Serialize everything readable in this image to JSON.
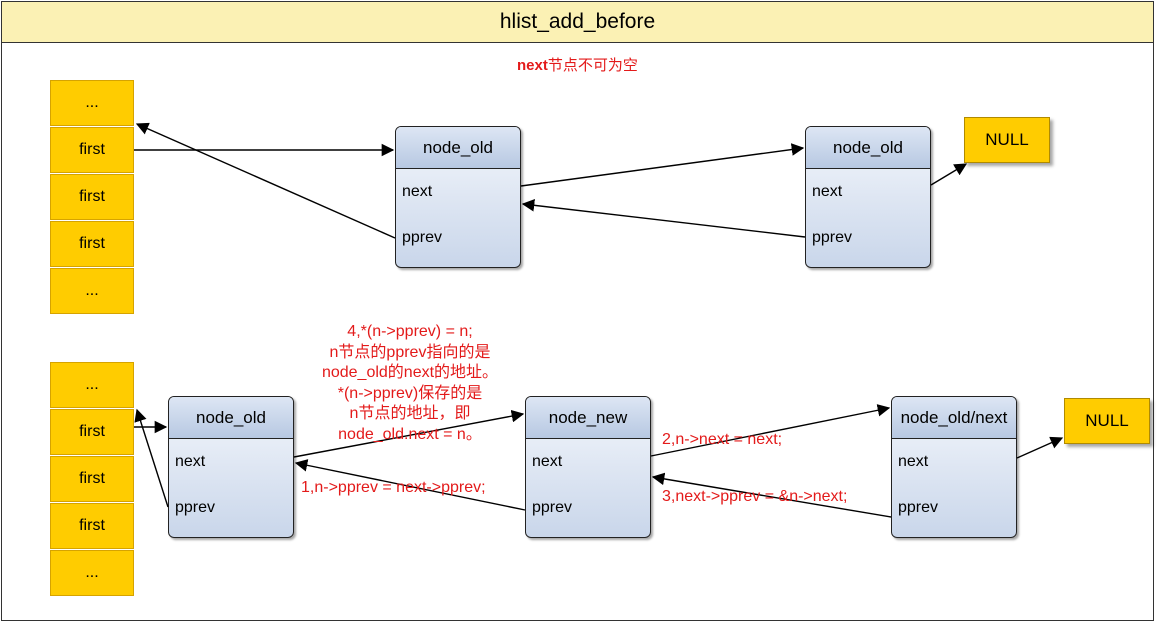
{
  "title": "hlist_add_before",
  "note": {
    "bold": "next",
    "rest": "节点不可为空"
  },
  "top": {
    "cells": [
      "...",
      "first",
      "first",
      "first",
      "..."
    ],
    "node_a": {
      "name": "node_old",
      "next": "next",
      "pprev": "pprev"
    },
    "node_b": {
      "name": "node_old",
      "next": "next",
      "pprev": "pprev"
    },
    "null_label": "NULL"
  },
  "bottom": {
    "cells": [
      "...",
      "first",
      "first",
      "first",
      "..."
    ],
    "node_a": {
      "name": "node_old",
      "next": "next",
      "pprev": "pprev"
    },
    "node_b": {
      "name": "node_new",
      "next": "next",
      "pprev": "pprev"
    },
    "node_c": {
      "name": "node_old/next",
      "next": "next",
      "pprev": "pprev"
    },
    "null_label": "NULL",
    "step1": "1,n->pprev = next->pprev;",
    "step2": "2,n->next = next;",
    "step3": "3,next->pprev = &n->next;",
    "step4": [
      "4,*(n->pprev) = n;",
      "n节点的pprev指向的是",
      "node_old的next的地址。",
      "*(n->pprev)保存的是",
      "n节点的地址，即",
      "node_old.next = n。"
    ]
  },
  "colors": {
    "accent_red": "#e31a1a",
    "cell_yellow": "#ffcc00",
    "title_bg": "#fbf1b4",
    "node_blue": "#c9d6ea"
  }
}
